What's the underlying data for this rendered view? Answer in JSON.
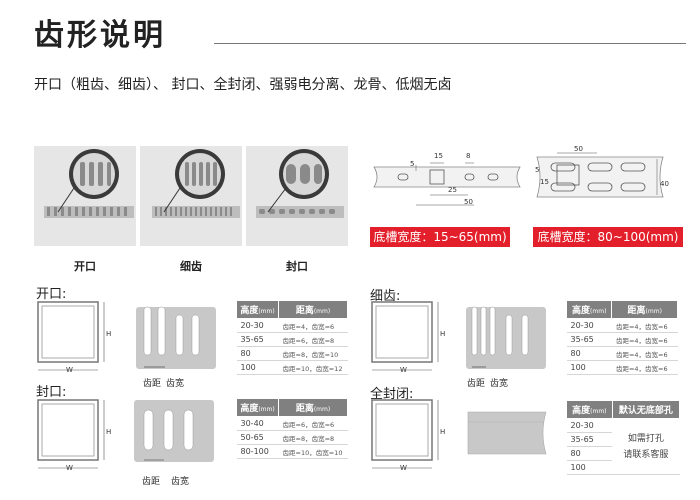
{
  "header": {
    "title": "齿形说明"
  },
  "intro": {
    "text": "开口（粗齿、细齿）、  封口、全封闭、强弱电分离、龙骨、低烟无卤"
  },
  "photos": [
    {
      "label": "开口"
    },
    {
      "label": "细齿"
    },
    {
      "label": "封口"
    }
  ],
  "drawings": {
    "left": {
      "d_15": "15",
      "d_8": "8",
      "d_5": "5",
      "d_25": "25",
      "d_50": "50",
      "badge": "底槽宽度：15~65(mm)"
    },
    "right": {
      "d_50": "50",
      "d_5": "5",
      "d_15": "15",
      "d_40": "40",
      "badge": "底槽宽度：80~100(mm)"
    }
  },
  "sections": {
    "kaikou": {
      "label": "开口:",
      "w": "W",
      "h": "H",
      "tooth_gap": "齿距",
      "tooth_width": "齿宽",
      "col1": "高度",
      "col2": "距离",
      "unit": "(mm)",
      "rows": [
        [
          "20-30",
          "齿距=4，齿宽=6"
        ],
        [
          "35-65",
          "齿距=6，齿宽=8"
        ],
        [
          "80",
          "齿距=8，齿宽=10"
        ],
        [
          "100",
          "齿距=10，齿宽=12"
        ]
      ]
    },
    "xichi": {
      "label": "细齿:",
      "w": "W",
      "h": "H",
      "tooth_gap": "齿距",
      "tooth_width": "齿宽",
      "col1": "高度",
      "col2": "距离",
      "unit": "(mm)",
      "rows": [
        [
          "20-30",
          "齿距=4，齿宽=6"
        ],
        [
          "35-65",
          "齿距=4，齿宽=6"
        ],
        [
          "80",
          "齿距=4，齿宽=6"
        ],
        [
          "100",
          "齿距=4，齿宽=6"
        ]
      ]
    },
    "fengkou": {
      "label": "封口:",
      "w": "W",
      "h": "H",
      "tooth_gap": "齿距",
      "tooth_width": "齿宽",
      "col1": "高度",
      "col2": "距离",
      "unit": "(mm)",
      "rows": [
        [
          "30-40",
          "齿距=6，齿宽=6"
        ],
        [
          "50-65",
          "齿距=8，齿宽=8"
        ],
        [
          "80-100",
          "齿距=10，齿宽=10"
        ]
      ]
    },
    "quanfengbi": {
      "label": "全封闭:",
      "w": "W",
      "h": "H",
      "col1": "高度",
      "col2": "默认无底部孔",
      "unit": "(mm)",
      "heights": [
        "20-30",
        "35-65",
        "80",
        "100"
      ],
      "note_line1": "如需打孔",
      "note_line2": "请联系客服"
    }
  }
}
